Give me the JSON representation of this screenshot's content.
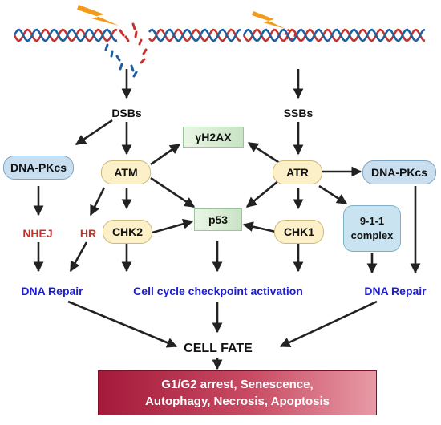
{
  "nodes": {
    "dsbs": "DSBs",
    "ssbs": "SSBs",
    "dna_pkcs_left": "DNA-PKcs",
    "dna_pkcs_right": "DNA-PKcs",
    "atm": "ATM",
    "atr": "ATR",
    "gamma_h2ax": "γH2AX",
    "p53": "p53",
    "chk2": "CHK2",
    "chk1": "CHK1",
    "nhej": "NHEJ",
    "hr": "HR",
    "complex_line1": "9-1-1",
    "complex_line2": "complex"
  },
  "outcomes": {
    "dna_repair_left": "DNA Repair",
    "checkpoint": "Cell cycle checkpoint activation",
    "dna_repair_right": "DNA Repair",
    "cell_fate": "CELL FATE",
    "fate_line1": "G1/G2 arrest, Senescence,",
    "fate_line2": "Autophagy, Necrosis, Apoptosis"
  },
  "colors": {
    "dna_red": "#c8322e",
    "dna_blue": "#1f5fa0",
    "lightning": "#f39a1a",
    "repair_text": "#1d1dd6",
    "pathway_text": "#c8322e",
    "outcome_box": "#a41a3a"
  },
  "icons": {
    "dna_left": "dna-double-strand-break-icon",
    "dna_right": "dna-single-strand-break-icon",
    "lightning": "lightning-bolt-icon"
  }
}
